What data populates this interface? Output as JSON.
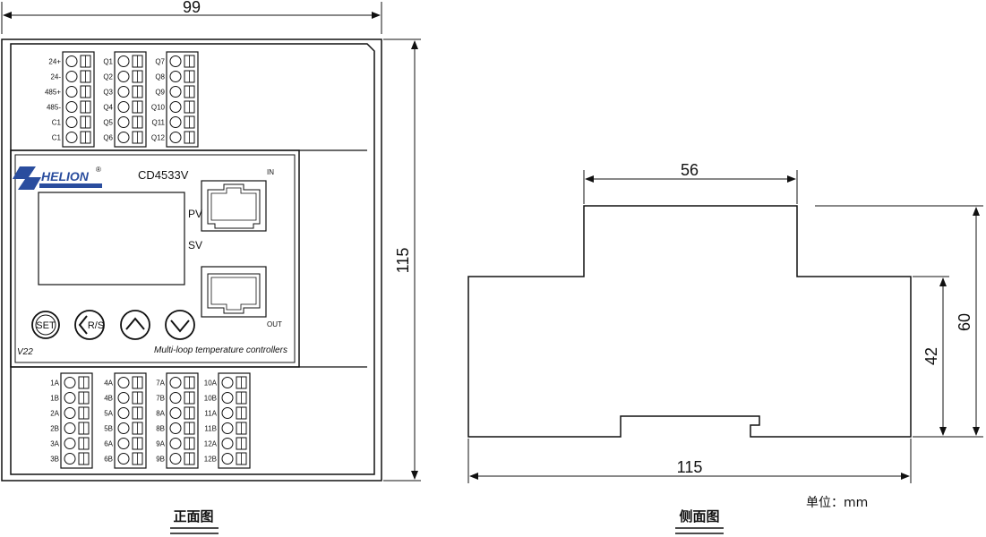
{
  "front": {
    "caption": "正面图",
    "width_dim": "99",
    "height_dim": "115",
    "model": "CD4533V",
    "brand": "HELION",
    "registered": "®",
    "labels": {
      "pv": "PV",
      "sv": "SV",
      "in": "IN",
      "out": "OUT",
      "version": "V22",
      "subtitle": "Multi-loop temperature controllers"
    },
    "buttons": {
      "set": "SET",
      "rs": "R/S"
    },
    "top_terminals": [
      [
        "24+",
        "24-",
        "485+",
        "485-",
        "C1",
        "C1"
      ],
      [
        "Q1",
        "Q2",
        "Q3",
        "Q4",
        "Q5",
        "Q6"
      ],
      [
        "Q7",
        "Q8",
        "Q9",
        "Q10",
        "Q11",
        "Q12"
      ]
    ],
    "bottom_terminals": [
      [
        "1A",
        "1B",
        "2A",
        "2B",
        "3A",
        "3B"
      ],
      [
        "4A",
        "4B",
        "5A",
        "5B",
        "6A",
        "6B"
      ],
      [
        "7A",
        "7B",
        "8A",
        "8B",
        "9A",
        "9B"
      ],
      [
        "10A",
        "10B",
        "11A",
        "11B",
        "12A",
        "12B"
      ]
    ]
  },
  "side": {
    "caption": "侧面图",
    "top_dim": "56",
    "bottom_dim": "115",
    "right_dim_inner": "42",
    "right_dim_outer": "60"
  },
  "unit_label": "单位：mm"
}
